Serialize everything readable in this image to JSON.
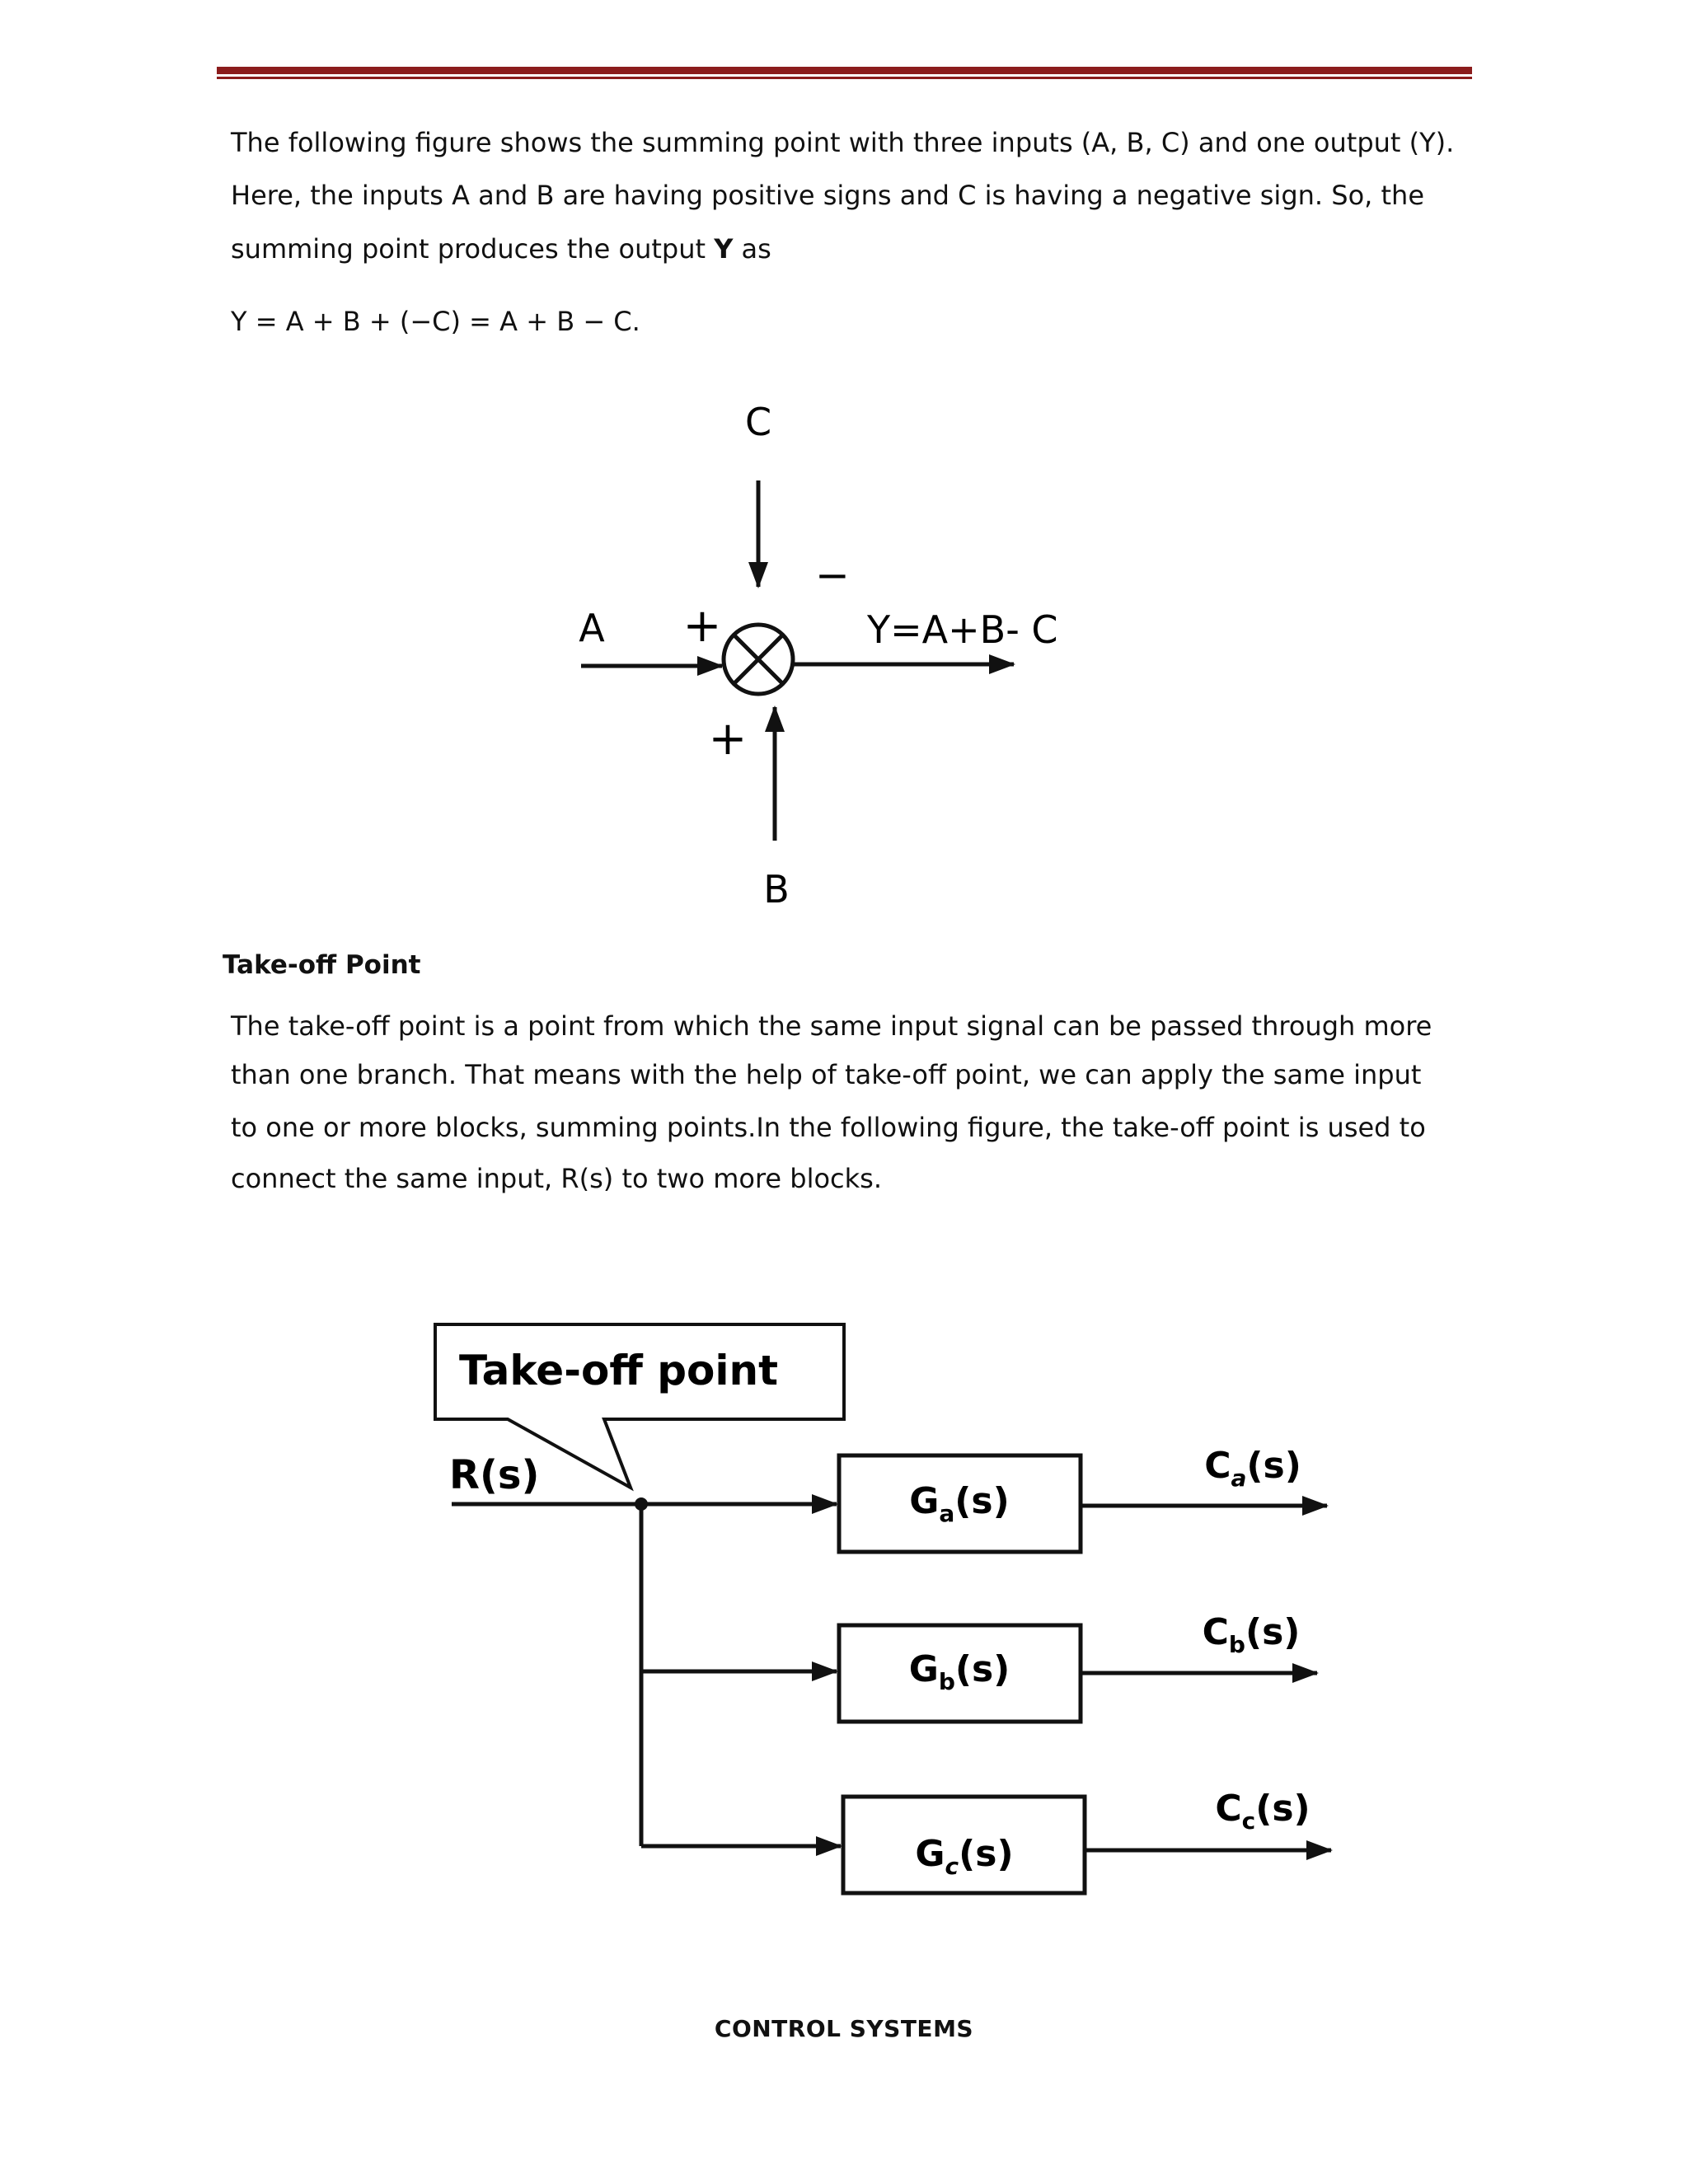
{
  "intro": {
    "line1": "The following figure shows the summing point with three inputs (A, B, C) and one output (Y).",
    "line2": "Here, the inputs A and B are having positive signs and C is having a negative sign. So, the",
    "line3_prefix": "summing point produces the output ",
    "line3_bold": "Y",
    "line3_suffix": " as",
    "equation": "Y = A + B + (−C) = A + B − C."
  },
  "summing_figure": {
    "input_a": "A",
    "input_b": "B",
    "input_c": "C",
    "sign_a": "+",
    "sign_b": "+",
    "sign_c": "−",
    "output": "Y=A+B- C"
  },
  "takeoff_section": {
    "heading": "Take-off Point",
    "line1": "The take-off point is a point from which the same input signal can be passed through more",
    "line2": "than one branch. That means with the help of take-off point, we can apply the same input",
    "line3": "to one or more blocks, summing points.In the following figure, the take-off point is used to",
    "line4": "connect the same input, R(s) to two more blocks."
  },
  "takeoff_figure": {
    "callout": "Take-off point",
    "input": "R(s)",
    "blocks": [
      {
        "base": "G",
        "sub": "a",
        "arg": "(s)"
      },
      {
        "base": "G",
        "sub": "b",
        "arg": "(s)"
      },
      {
        "base": "G",
        "sub": "c",
        "arg": "(s)"
      }
    ],
    "outputs": [
      {
        "base": "C",
        "sub": "a",
        "arg": "(s)"
      },
      {
        "base": "C",
        "sub": "b",
        "arg": "(s)"
      },
      {
        "base": "C",
        "sub": "c",
        "arg": "(s)"
      }
    ]
  },
  "footer": "CONTROL SYSTEMS"
}
